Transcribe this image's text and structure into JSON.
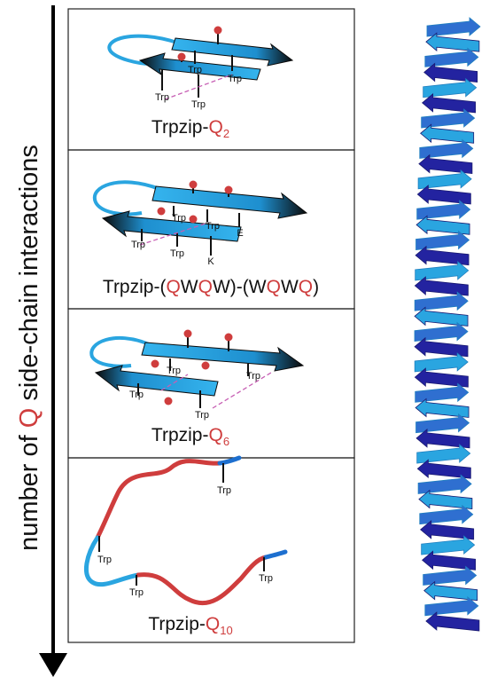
{
  "axis_label": {
    "prefix": "number of ",
    "highlight": "Q",
    "suffix": " side-chain interactions"
  },
  "panels": [
    {
      "label_main": "Trpzip-",
      "label_q": "Q",
      "label_sub": "2",
      "residues": [
        "Trp",
        "Trp",
        "Trp",
        "Trp"
      ]
    },
    {
      "label_parts": [
        "Trpzip-(",
        "Q",
        "W",
        "Q",
        "W)-(W",
        "Q",
        "W",
        "Q",
        ")"
      ],
      "residues": [
        "Trp",
        "Trp",
        "Trp",
        "Trp",
        "E",
        "K"
      ]
    },
    {
      "label_main": "Trpzip-",
      "label_q": "Q",
      "label_sub": "6",
      "residues": [
        "Trp",
        "Trp",
        "Trp",
        "Trp"
      ]
    },
    {
      "label_main": "Trpzip-",
      "label_q": "Q",
      "label_sub": "10",
      "residues": [
        "Trp",
        "Trp",
        "Trp",
        "Trp"
      ]
    }
  ],
  "colors": {
    "q_red": "#cf3d3d",
    "strand_light": "#2aa5e0",
    "strand_dark": "#2323a0",
    "ink": "#111111"
  }
}
